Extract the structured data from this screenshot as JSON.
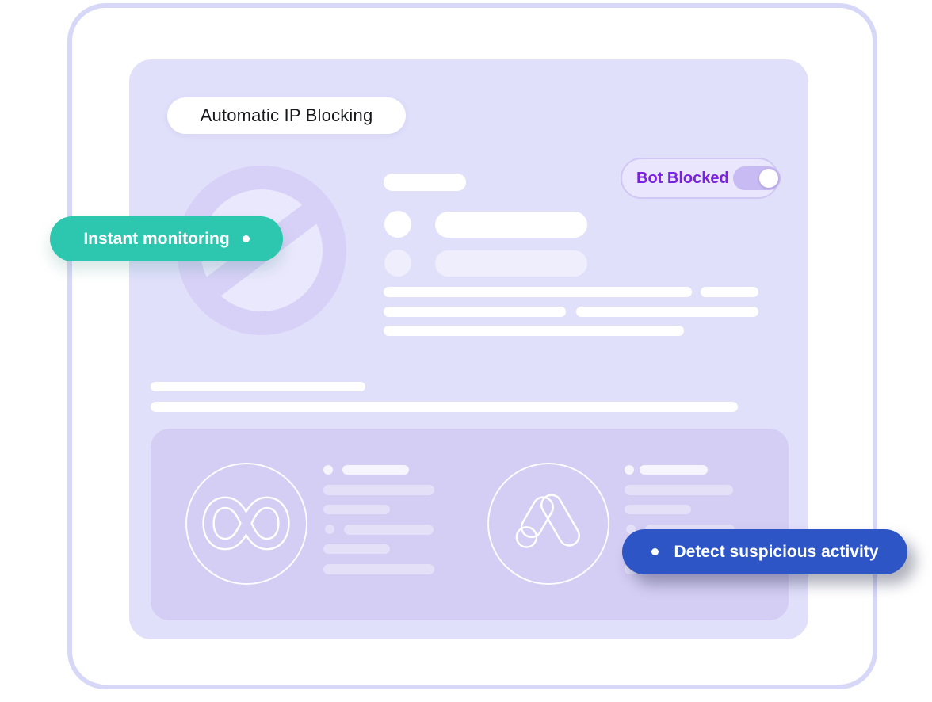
{
  "header": {
    "label": "Automatic IP Blocking"
  },
  "badges": {
    "bot_blocked": {
      "label": "Bot Blocked",
      "state": "on"
    },
    "instant_monitoring": {
      "label": "Instant monitoring"
    },
    "detect_suspicious": {
      "label": "Detect suspicious activity"
    }
  },
  "icons": {
    "blocked": "no-entry-icon",
    "meta": "meta-logo-icon",
    "google_ads": "google-ads-logo-icon"
  },
  "colors": {
    "frame_border": "#d7d8f7",
    "canvas_bg": "#e1e0fb",
    "panel_bg": "#d4cdf4",
    "blocked_ring": "#d8d1f7",
    "blocked_ring_inner": "#eae8fd",
    "teal_badge": "#2cc7ae",
    "blue_badge": "#2d55c6",
    "bot_text": "#7b22e0",
    "bot_bg": "#e9e6fd",
    "bot_border": "#d0c7f4",
    "toggle_track": "#c8baf2",
    "header_text": "#17181c"
  }
}
